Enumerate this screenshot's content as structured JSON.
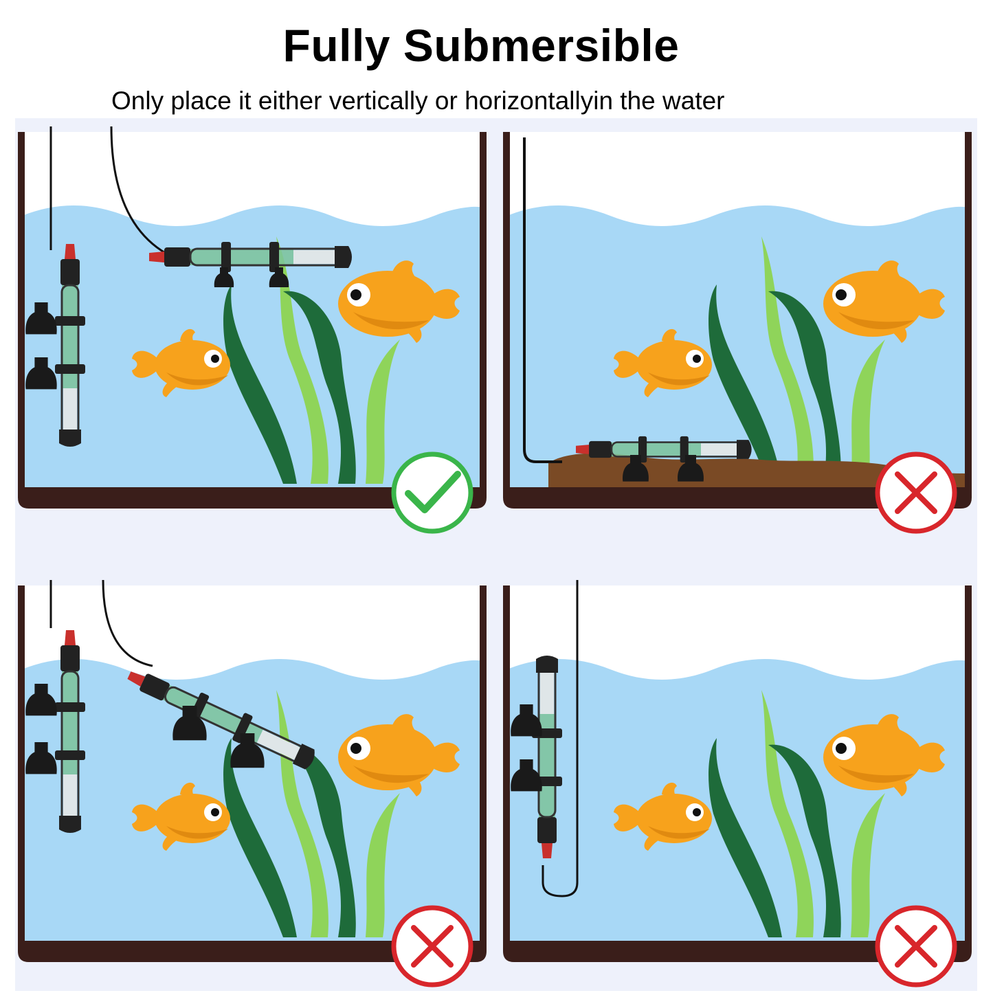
{
  "header": {
    "title": "Fully Submersible",
    "subtitle": "Only place it either vertically or horizontallyin the water"
  },
  "colors": {
    "water": "#a8d8f6",
    "frame": "#3a1e1a",
    "correct": "#3ab54a",
    "wrong": "#d8262b",
    "fish": "#f7a21c",
    "seaweed_dark": "#1e6b3a",
    "seaweed_light": "#8fd45a",
    "gravel": "#7a4a25"
  },
  "panels": [
    {
      "name": "panel-correct-placement",
      "placement": "vertical and horizontal",
      "result": "correct",
      "icon": "check-circle-icon"
    },
    {
      "name": "panel-wrong-gravel",
      "placement": "buried in gravel",
      "result": "wrong",
      "icon": "x-circle-icon"
    },
    {
      "name": "panel-wrong-tilted",
      "placement": "tilted diagonally",
      "result": "wrong",
      "icon": "x-circle-icon"
    },
    {
      "name": "panel-wrong-upside-down",
      "placement": "upside down",
      "result": "wrong",
      "icon": "x-circle-icon"
    }
  ]
}
